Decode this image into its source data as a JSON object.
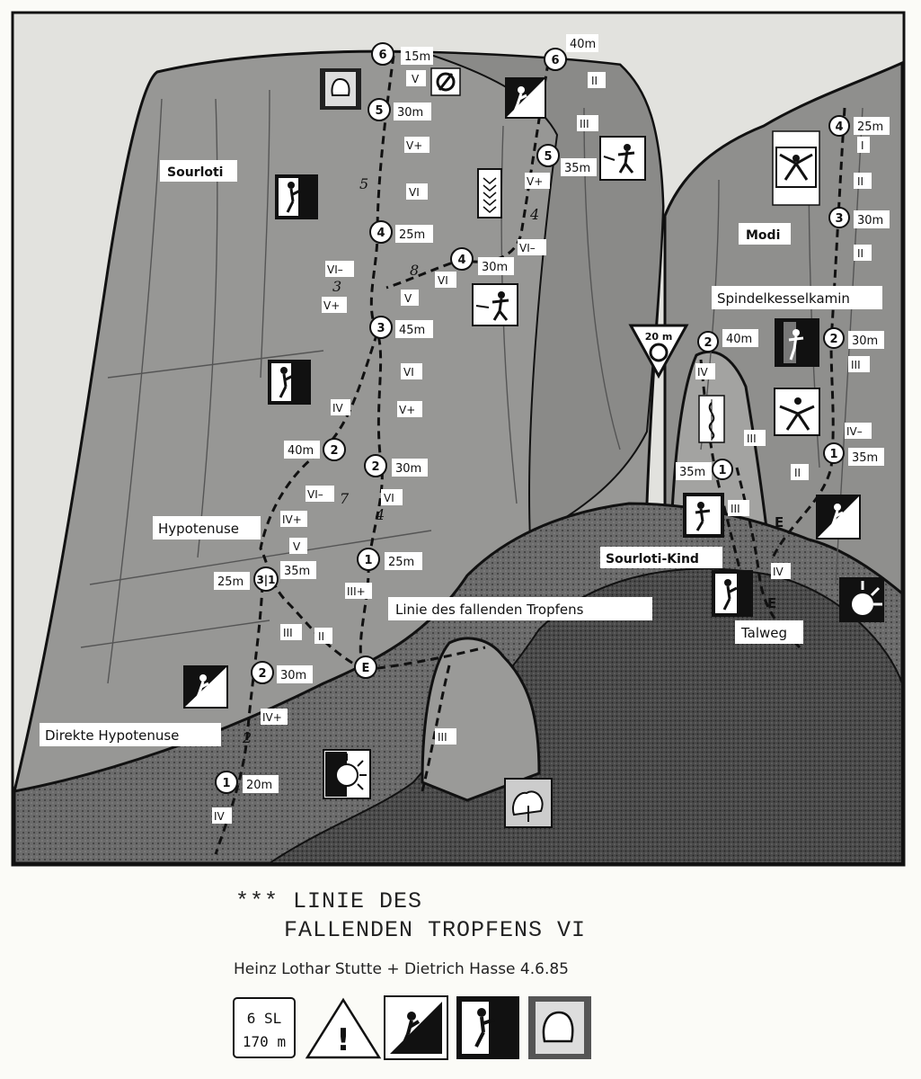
{
  "routes": {
    "sourloti": "Sourloti",
    "modi": "Modi",
    "spindelkesselkamin": "Spindelkesselkamin",
    "hypotenuse": "Hypotenuse",
    "sourloti_kind": "Sourloti-Kind",
    "linie": "Linie des fallenden Tropfens",
    "talweg": "Talweg",
    "direkte_hypotenuse": "Direkte Hypotenuse"
  },
  "belays": [
    {
      "num": "6",
      "len": "15m"
    },
    {
      "num": "6",
      "len": "40m"
    },
    {
      "num": "5",
      "len": "30m"
    },
    {
      "num": "5",
      "len": "35m"
    },
    {
      "num": "4",
      "len": "25m"
    },
    {
      "num": "4",
      "len": "30m"
    },
    {
      "num": "3",
      "len": "45m"
    },
    {
      "num": "2",
      "len": "40m"
    },
    {
      "num": "2",
      "len": "30m"
    },
    {
      "num": "1",
      "len": "25m"
    },
    {
      "num": "3|1",
      "len": "25m"
    },
    {
      "num": "35m",
      "len": ""
    },
    {
      "num": "2",
      "len": "30m"
    },
    {
      "num": "1",
      "len": "20m"
    },
    {
      "num": "4",
      "len": "25m"
    },
    {
      "num": "3",
      "len": "30m"
    },
    {
      "num": "2",
      "len": "30m"
    },
    {
      "num": "1",
      "len": "35m"
    },
    {
      "num": "2",
      "len": "40m"
    },
    {
      "num": "1",
      "len": "35m"
    }
  ],
  "grades": {
    "g1": "V",
    "g2": "II",
    "g3": "III",
    "g4": "V+",
    "g5": "VI",
    "g6": "V+",
    "g7": "VI–",
    "g8": "VI–",
    "g9": "VI",
    "g10": "V",
    "g11": "V+",
    "g12": "VI",
    "g13": "V+",
    "g14": "IV",
    "g15": "VI–",
    "g16": "VI",
    "g17": "IV+",
    "g18": "V",
    "g19": "III+",
    "g20": "III",
    "g21": "II",
    "g22": "IV+",
    "g23": "IV",
    "g24": "III",
    "g25": "IV",
    "g26": "III",
    "g27": "III",
    "g28": "IV",
    "g29": "I",
    "g30": "II",
    "g31": "II",
    "g32": "III",
    "g33": "IV–",
    "g34": "II",
    "g35": "E",
    "g36": "E",
    "g37": "E"
  },
  "marks": {
    "m1": "5",
    "m2": "4",
    "m3": "8",
    "m4": "3",
    "m5": "7",
    "m6": "4",
    "m7": "2"
  },
  "descent_sign": "20 m",
  "title_line1": "*** LINIE DES",
  "title_line2": "FALLENDEN TROPFENS  VI",
  "authors": "Heinz Lothar Stutte + Dietrich Hasse  4.6.85",
  "legend": {
    "pitches": "6 SL",
    "length": "170 m",
    "warning": "!"
  }
}
